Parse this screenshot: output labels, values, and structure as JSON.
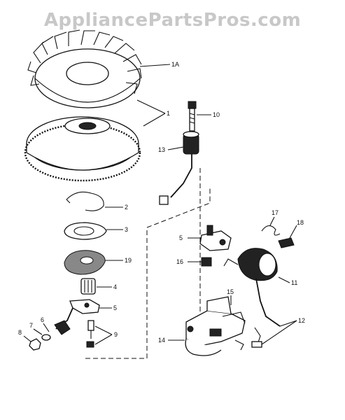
{
  "watermark": "AppliancePartsPros.com",
  "callouts": {
    "c1a": "1A",
    "c1": "1",
    "c10": "10",
    "c13": "13",
    "c2": "2",
    "c3": "3",
    "c19": "19",
    "c4": "4",
    "c5a": "5",
    "c5b": "5",
    "c9": "9",
    "c8": "8",
    "c7": "7",
    "c6": "6",
    "c17": "17",
    "c18": "18",
    "c16": "16",
    "c11": "11",
    "c15": "15",
    "c12": "12",
    "c14": "14"
  }
}
